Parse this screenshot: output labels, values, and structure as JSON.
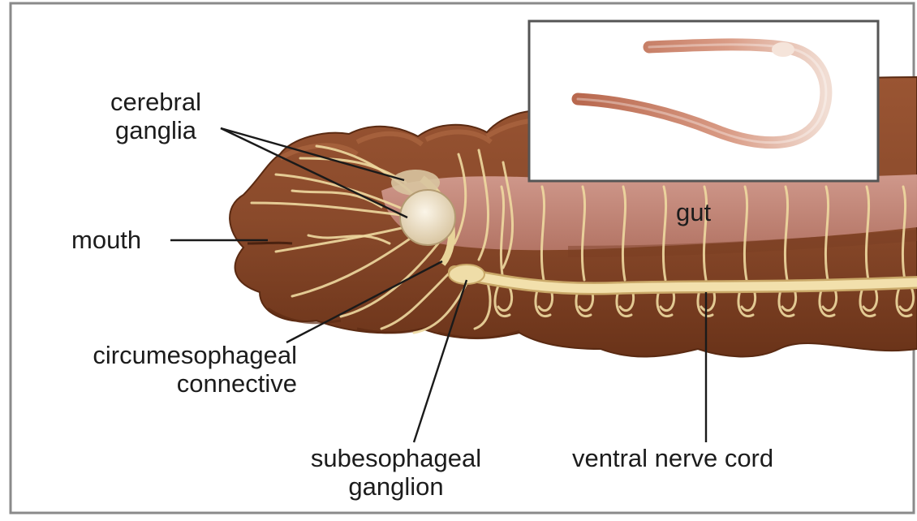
{
  "labels": {
    "cerebral_ganglia": [
      "cerebral",
      "ganglia"
    ],
    "mouth": "mouth",
    "gut": "gut",
    "circumesophageal_connective": [
      "circumesophageal",
      "connective"
    ],
    "subesophageal_ganglion": [
      "subesophageal",
      "ganglion"
    ],
    "ventral_nerve_cord": "ventral nerve cord"
  },
  "colors": {
    "body_brown": "#8a4a2b",
    "body_dark": "#6a3319",
    "gut_pink": "#c98a7e",
    "nerve_yellow": "#eed9a0",
    "nerve_outline": "#c9a868",
    "ganglion": "#e8d9bf",
    "inset_worm": "#c07a62"
  }
}
